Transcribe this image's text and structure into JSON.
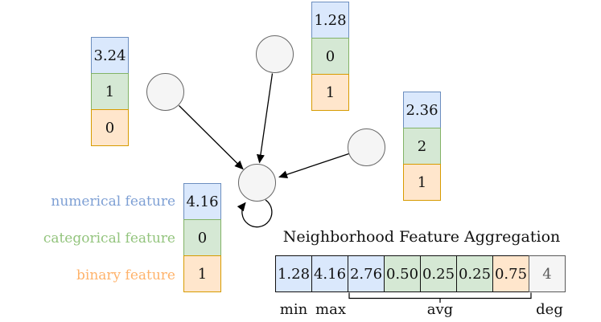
{
  "diagram": {
    "legend": {
      "numerical": "numerical feature",
      "categorical": "categorical feature",
      "binary": "binary feature",
      "colors": {
        "numerical_text": "#7d9fd4",
        "categorical_text": "#93c47d",
        "binary_text": "#ffb36b"
      }
    },
    "palette": {
      "numerical_fill": "#dae8fc",
      "numerical_stroke": "#6c8ebf",
      "categorical_fill": "#d5e8d4",
      "categorical_stroke": "#82b366",
      "binary_fill": "#ffe6cc",
      "binary_stroke": "#d79b00",
      "node_fill": "#f5f5f5",
      "node_stroke": "#666666"
    },
    "vectors": [
      {
        "name": "neighbor-top-left",
        "values": [
          "3.24",
          "1",
          "0"
        ]
      },
      {
        "name": "neighbor-top-middle",
        "values": [
          "1.28",
          "0",
          "1"
        ]
      },
      {
        "name": "neighbor-right",
        "values": [
          "2.36",
          "2",
          "1"
        ]
      },
      {
        "name": "center-node",
        "values": [
          "4.16",
          "0",
          "1"
        ]
      }
    ],
    "aggregation": {
      "title": "Neighborhood Feature Aggregation",
      "cells": [
        {
          "value": "1.28",
          "type": "numerical"
        },
        {
          "value": "4.16",
          "type": "numerical"
        },
        {
          "value": "2.76",
          "type": "numerical"
        },
        {
          "value": "0.50",
          "type": "categorical"
        },
        {
          "value": "0.25",
          "type": "categorical"
        },
        {
          "value": "0.25",
          "type": "categorical"
        },
        {
          "value": "0.75",
          "type": "binary"
        },
        {
          "value": "4",
          "type": "degree"
        }
      ],
      "labels": {
        "min": "min",
        "max": "max",
        "avg": "avg",
        "deg": "deg"
      }
    }
  }
}
